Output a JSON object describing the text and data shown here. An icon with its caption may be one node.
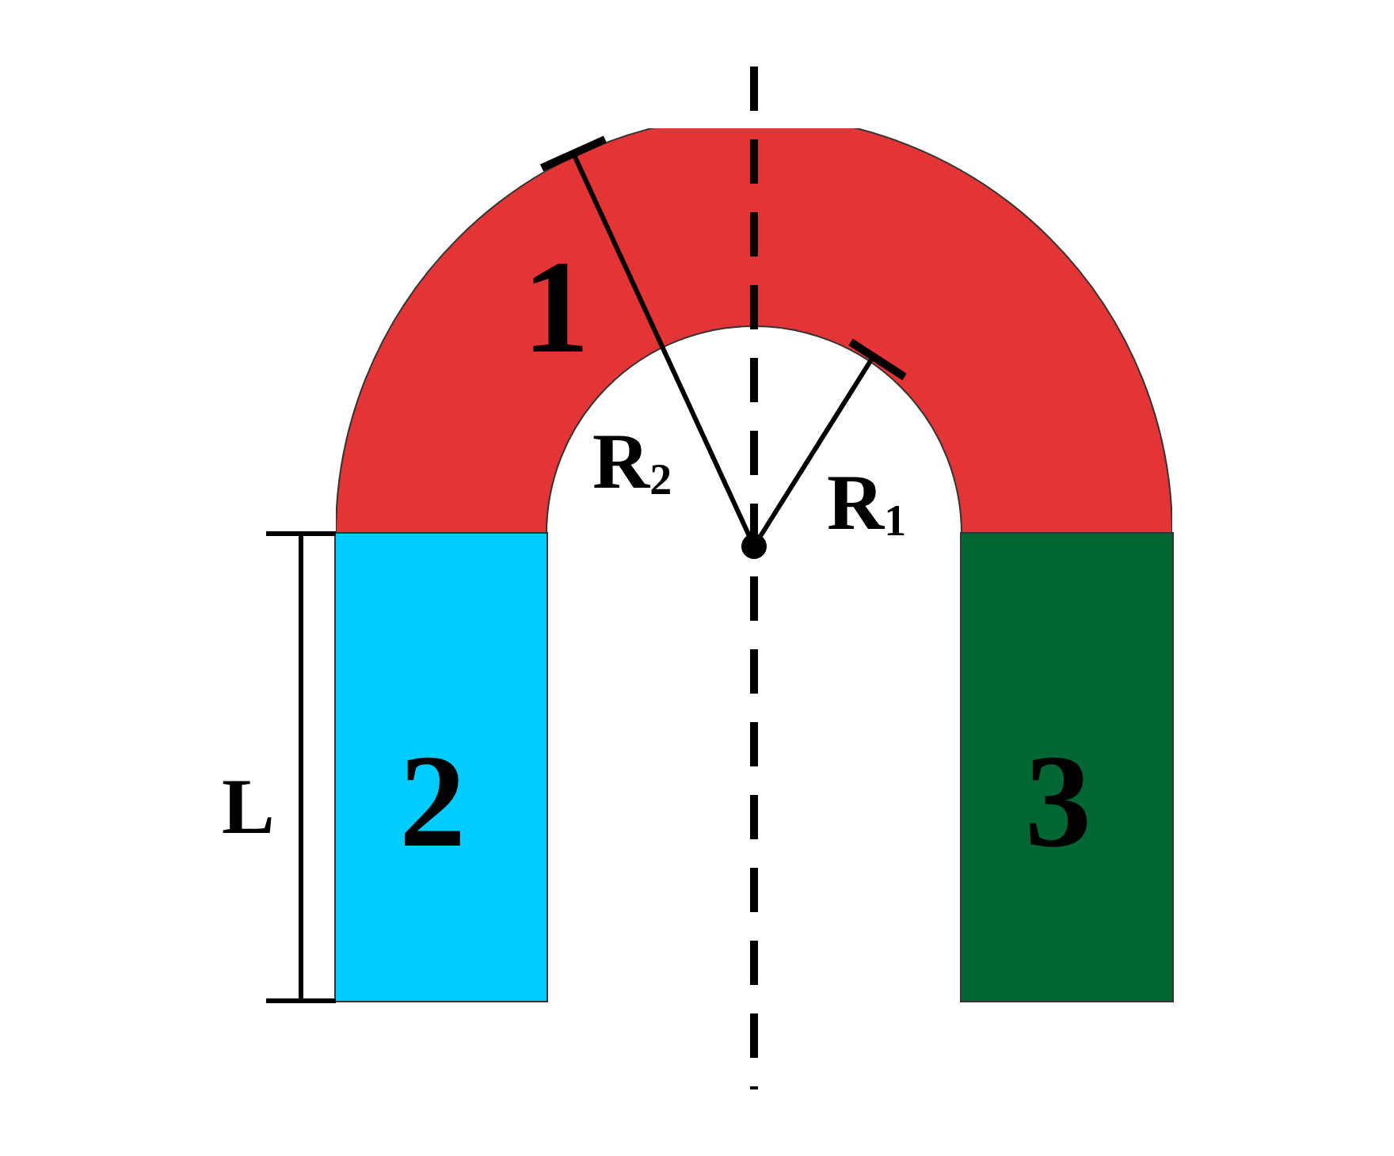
{
  "diagram": {
    "nodes": [
      {
        "text": [
          "1"
        ]
      },
      {
        "text": [
          "2"
        ]
      },
      {
        "text": [
          "3"
        ]
      }
    ],
    "labels": [
      "R$_{2}$",
      "R$_{1}$",
      "L"
    ]
  }
}
